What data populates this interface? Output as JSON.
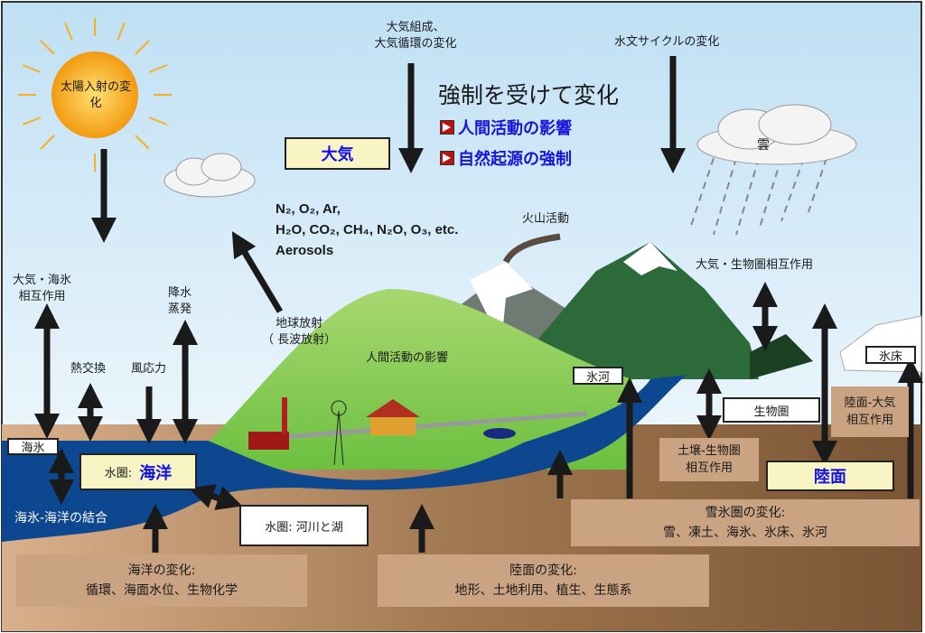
{
  "sun": {
    "label": "太陽入射の変化"
  },
  "top": {
    "atmos_composition": "大気組成、\n大気循環の変化",
    "hydro_cycle": "水文サイクルの変化",
    "forcing_title": "強制を受けて変化",
    "forcing_items": [
      "人間活動の影響",
      "自然起源の強制"
    ]
  },
  "atmosphere_box": "大気",
  "cloud_label": "雲",
  "gases": {
    "line1": "N₂, O₂,  Ar,",
    "line2": "H₂O, CO₂, CH₄, N₂O, O₃, etc.",
    "line3": "Aerosols"
  },
  "volcano": "火山活動",
  "atm_bio": "大気・生物圏相互作用",
  "atm_seaice": "大気・海氷\n相互作用",
  "precip": "降水\n蒸発",
  "terrestrial_rad": "地球放射\n（ 長波放射）",
  "heat_exchange": "熱交換",
  "wind_stress": "風応力",
  "human_influence": "人間活動の影響",
  "glacier": "氷河",
  "ice_sheet": "氷床",
  "biosphere": "生物圏",
  "land_atm": "陸面-大気\n相互作用",
  "sea_ice": "海氷",
  "ocean_box": {
    "prefix": "水圏:",
    "name": "海洋"
  },
  "seaice_ocean": "海氷-海洋の結合",
  "rivers_box": "水圏:  河川と湖",
  "soil_bio": "土壌-生物圏\n相互作用",
  "land_box": "陸面",
  "cryo_change": {
    "title": "雪氷圏の変化:",
    "items": "雪、凍土、海氷、氷床、氷河"
  },
  "ocean_change": {
    "title": "海洋の変化:",
    "items": "循環、海面水位、生物化学"
  },
  "land_change": {
    "title": "陸面の変化:",
    "items": "地形、土地利用、植生、生態系"
  }
}
